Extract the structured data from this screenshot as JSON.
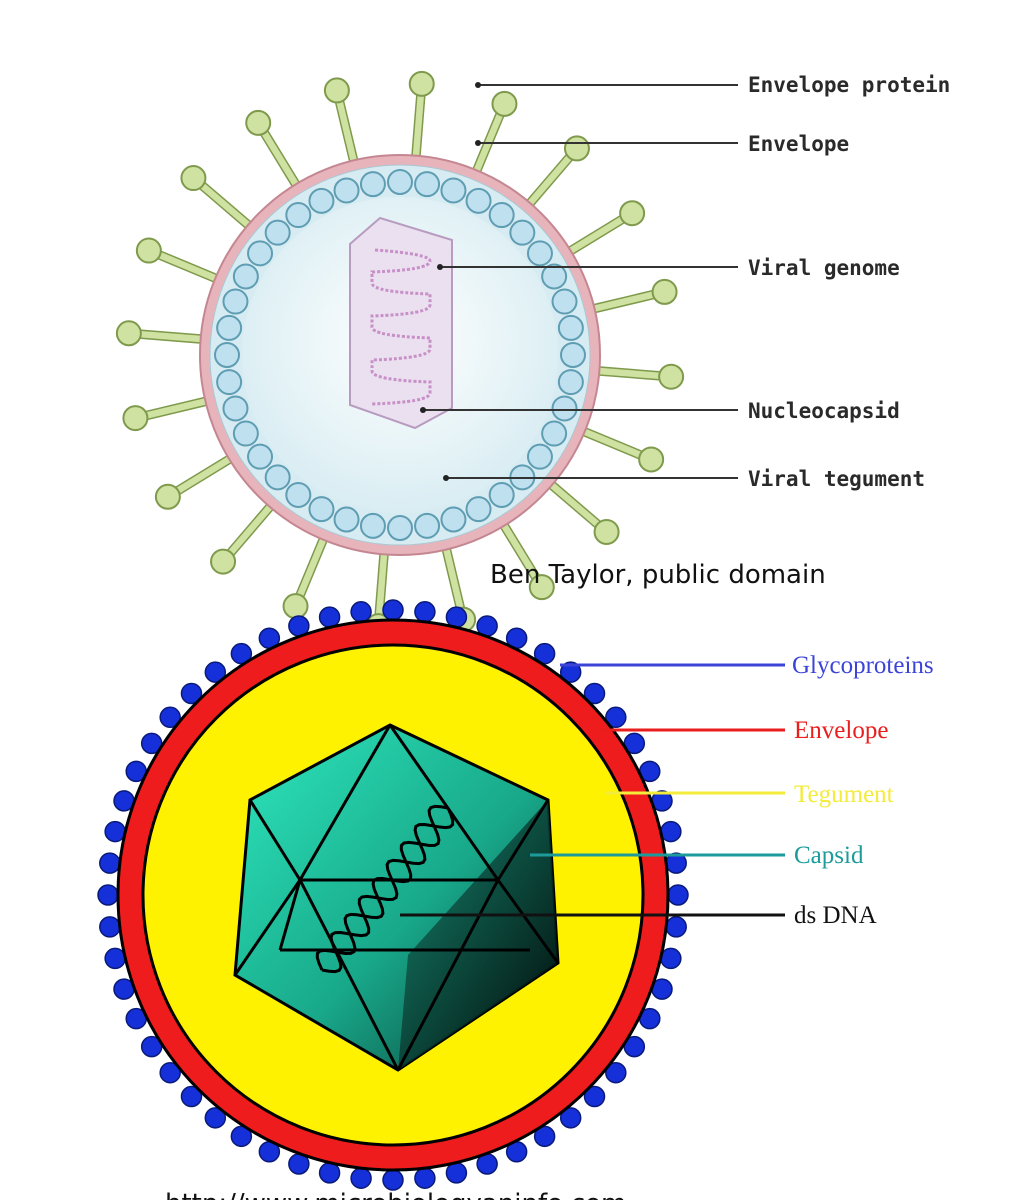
{
  "top_diagram": {
    "labels": [
      {
        "text": "Envelope protein"
      },
      {
        "text": "Envelope"
      },
      {
        "text": "Viral genome"
      },
      {
        "text": "Nucleocapsid"
      },
      {
        "text": "Viral tegument"
      }
    ],
    "credit": "Ben Taylor, public domain",
    "colors": {
      "spike_head": "#cfe2a2",
      "spike_stroke": "#7f9a4c",
      "envelope": "#e8b4bb",
      "tegument_beads": "#bfe0ee",
      "tegument_stroke": "#5f9db3",
      "nucleocapsid": "#ebe0ef",
      "genome": "#c890c8"
    }
  },
  "bottom_diagram": {
    "labels": [
      {
        "text": "Glycoproteins",
        "color": "#3c44d8"
      },
      {
        "text": "Envelope",
        "color": "#ea1d1d"
      },
      {
        "text": "Tegument",
        "color": "#f4ec3a"
      },
      {
        "text": "Capsid",
        "color": "#1d9b9b"
      },
      {
        "text": "ds DNA",
        "color": "#111111"
      }
    ],
    "credit_partial": "http://www.microbiologyaninfo.com",
    "colors": {
      "glycoprotein": "#1530d8",
      "envelope": "#ee1c1c",
      "tegument": "#fff200",
      "capsid": "#16c4a0"
    }
  }
}
